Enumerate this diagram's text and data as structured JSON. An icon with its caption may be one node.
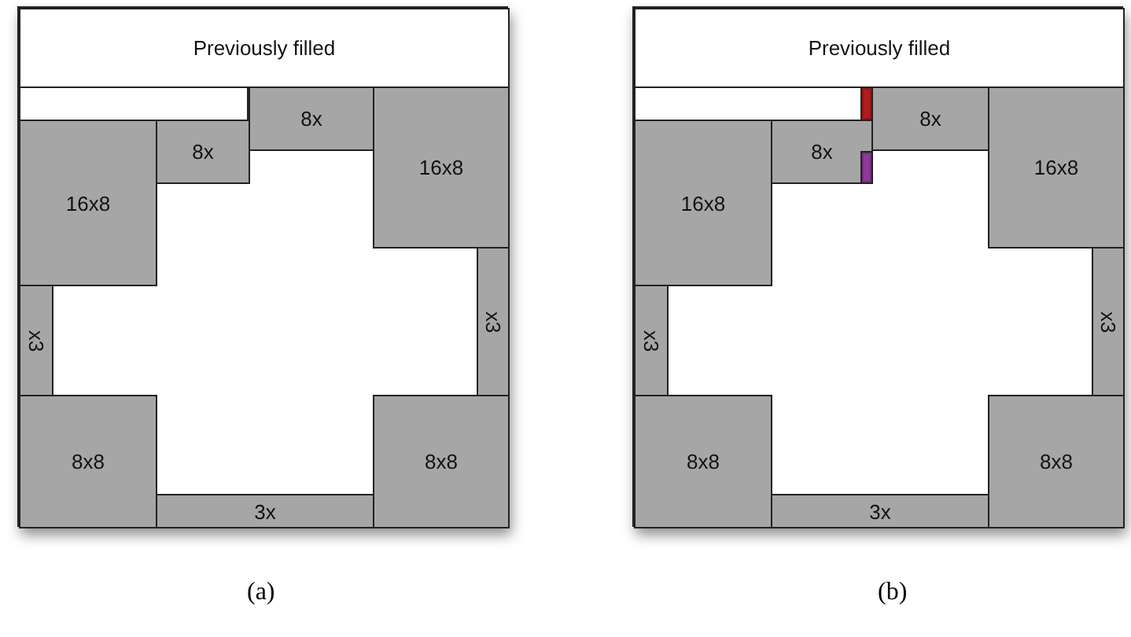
{
  "diagram": {
    "nodes": [
      {
        "text": [
          "Previously filled"
        ]
      },
      {
        "text": [],
        "shape": "box"
      },
      {
        "text": [
          "8x"
        ]
      },
      {
        "text": [
          "16x8"
        ]
      },
      {
        "text": [
          "8x"
        ]
      },
      {
        "text": [
          "16x8"
        ]
      },
      {
        "text": [
          "x3"
        ]
      },
      {
        "text": [
          "x3"
        ]
      },
      {
        "text": [
          "8x8"
        ]
      },
      {
        "text": [
          "8x8"
        ]
      },
      {
        "text": [
          "3x"
        ]
      },
      {
        "text": [
          "Previously filled"
        ]
      },
      {
        "text": [],
        "shape": "box"
      },
      {
        "text": [],
        "shape": "bar"
      },
      {
        "text": [
          "8x"
        ]
      },
      {
        "text": [
          "16x8"
        ]
      },
      {
        "text": [
          "8x"
        ]
      },
      {
        "text": [],
        "shape": "bar",
        "in": 16
      },
      {
        "text": [
          "16x8"
        ]
      },
      {
        "text": [
          "x3"
        ]
      },
      {
        "text": [
          "x3"
        ]
      },
      {
        "text": [
          "8x8"
        ]
      },
      {
        "text": [
          "8x8"
        ]
      },
      {
        "text": [
          "3x"
        ]
      }
    ],
    "labels": [
      "(a)",
      "(b)"
    ]
  }
}
